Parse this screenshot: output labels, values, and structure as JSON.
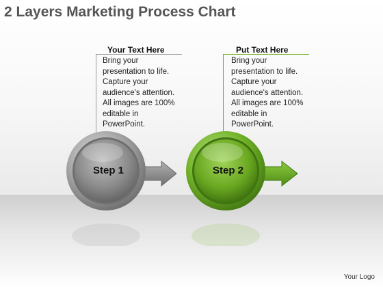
{
  "page": {
    "title": "2 Layers Marketing Process Chart",
    "logo_text": "Your Logo"
  },
  "steps": [
    {
      "label": "Step 1",
      "heading": "Your Text Here",
      "body": "Bring your\npresentation to life.\nCapture your\naudience's attention.\nAll images are 100%\neditable in\nPowerPoint.",
      "color": "#8a8a8a"
    },
    {
      "label": "Step 2",
      "heading": "Put Text Here",
      "body": "Bring your\npresentation to life.\nCapture your\naudience's attention.\nAll images are 100%\neditable in\nPowerPoint.",
      "color": "#6fae1e"
    }
  ],
  "colors": {
    "gray_accent": "#8a8a8a",
    "green_accent": "#6fae1e",
    "title_text": "#555555"
  }
}
